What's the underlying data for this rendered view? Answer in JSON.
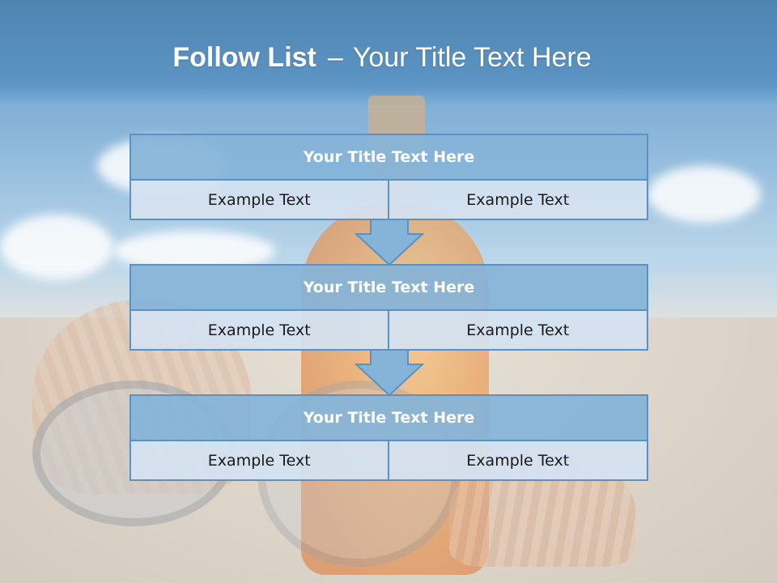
{
  "slide": {
    "title_bold": "Follow List",
    "title_dash": "–",
    "title_rest": "Your Title Text Here"
  },
  "blocks": [
    {
      "header": "Your Title Text Here",
      "cells": [
        "Example Text",
        "Example Text"
      ]
    },
    {
      "header": "Your Title Text Here",
      "cells": [
        "Example Text",
        "Example Text"
      ]
    },
    {
      "header": "Your Title Text Here",
      "cells": [
        "Example Text",
        "Example Text"
      ]
    }
  ],
  "colors": {
    "header_fill": "#85B4D8",
    "cell_fill": "#D4E2F0",
    "border": "#5B92C3",
    "arrow_fill": "#85B4D8"
  }
}
